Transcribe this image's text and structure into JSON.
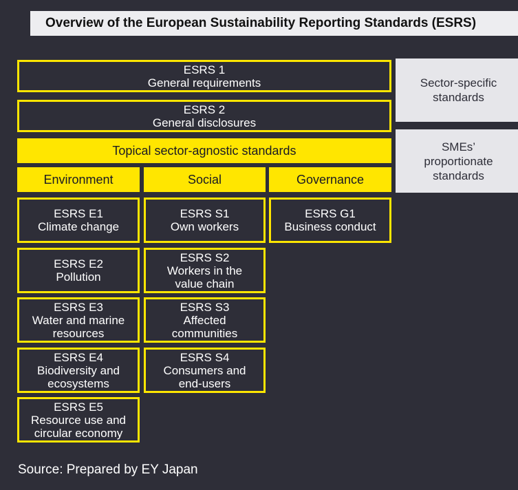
{
  "title": "Overview of the European Sustainability Reporting Standards (ESRS)",
  "general": [
    {
      "code": "ESRS 1",
      "name": "General requirements"
    },
    {
      "code": "ESRS 2",
      "name": "General disclosures"
    }
  ],
  "topical_header": "Topical sector-agnostic standards",
  "categories": {
    "environment": "Environment",
    "social": "Social",
    "governance": "Governance"
  },
  "environment": [
    {
      "code": "ESRS E1",
      "lines": [
        "Climate change"
      ]
    },
    {
      "code": "ESRS E2",
      "lines": [
        "Pollution"
      ]
    },
    {
      "code": "ESRS E3",
      "lines": [
        "Water and marine",
        "resources"
      ]
    },
    {
      "code": "ESRS E4",
      "lines": [
        "Biodiversity and",
        "ecosystems"
      ]
    },
    {
      "code": "ESRS E5",
      "lines": [
        "Resource use and",
        "circular economy"
      ]
    }
  ],
  "social": [
    {
      "code": "ESRS S1",
      "lines": [
        "Own workers"
      ]
    },
    {
      "code": "ESRS S2",
      "lines": [
        "Workers in the",
        "value chain"
      ]
    },
    {
      "code": "ESRS S3",
      "lines": [
        "Affected",
        "communities"
      ]
    },
    {
      "code": "ESRS S4",
      "lines": [
        "Consumers and",
        "end-users"
      ]
    }
  ],
  "governance": [
    {
      "code": "ESRS G1",
      "lines": [
        "Business conduct"
      ]
    }
  ],
  "side": {
    "sector_specific": [
      "Sector-specific",
      "standards"
    ],
    "smes": [
      "SMEs’",
      "proportionate",
      "standards"
    ]
  },
  "source": "Source: Prepared by EY Japan"
}
